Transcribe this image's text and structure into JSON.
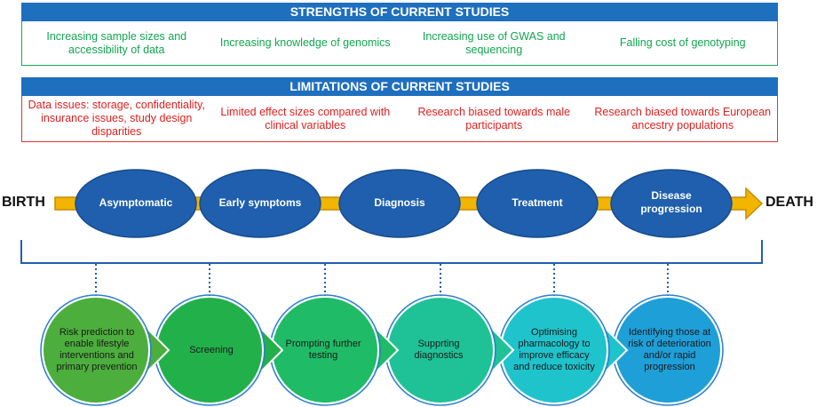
{
  "strengths": {
    "title": "STRENGTHS OF CURRENT STUDIES",
    "items": [
      "Increasing sample sizes and accessibility of data",
      "Increasing knowledge of genomics",
      "Increasing use of GWAS and sequencing",
      "Falling cost of genotyping"
    ]
  },
  "limitations": {
    "title": "LIMITATIONS OF CURRENT STUDIES",
    "items": [
      "Data issues: storage, confidentiality, insurance issues, study design disparities",
      "Limited effect sizes compared with clinical variables",
      "Research biased towards male participants",
      "Research biased towards European ancestry populations"
    ]
  },
  "timeline": {
    "start_label": "BIRTH",
    "end_label": "DEATH",
    "stages": [
      "Asymptomatic",
      "Early symptoms",
      "Diagnosis",
      "Treatment",
      "Disease progression"
    ]
  },
  "applications": [
    "Risk prediction to enable lifestyle interventions and primary prevention",
    "Screening",
    "Prompting further testing",
    "Supprting diagnostics",
    "Optimising pharmacology to improve efficacy and reduce toxicity",
    "Identifying those at risk of deterioration and/or rapid progression"
  ],
  "colors": {
    "header_blue": "#1f6fbf",
    "strength_green": "#10a650",
    "limitation_red": "#e02020",
    "ellipse_blue": "#1f5fae",
    "arrow_gold": "#f2b500",
    "app_fills": [
      "#4cae3c",
      "#22b04a",
      "#1fbb66",
      "#1ec296",
      "#1fc3cc",
      "#1e9fd8"
    ]
  }
}
